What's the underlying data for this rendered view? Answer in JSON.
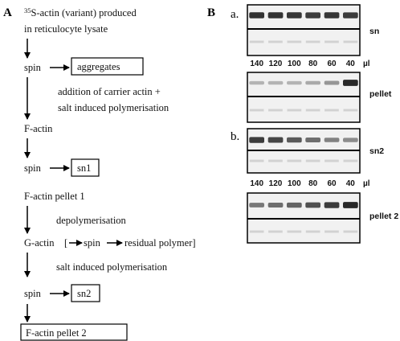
{
  "panel_a": {
    "letter": "A",
    "steps": {
      "s1_sup": "35",
      "s1_line1": "S-actin (variant) produced",
      "s1_line2": "in reticulocyte lysate",
      "spin": "spin",
      "aggregates": "aggregates",
      "note1_line1": "addition of carrier actin +",
      "note1_line2": "salt induced polymerisation",
      "factin": "F-actin",
      "sn1": "sn1",
      "pellet1": "F-actin pellet 1",
      "depoly": "depolymerisation",
      "gactin": "G-actin",
      "bracket_open": "[",
      "residual": "residual polymer]",
      "note2": "salt induced polymerisation",
      "sn2": "sn2",
      "pellet2": "F-actin pellet 2"
    }
  },
  "panel_b": {
    "letter": "B",
    "sub_a": "a.",
    "sub_b": "b.",
    "lanes": [
      "140",
      "120",
      "100",
      "80",
      "60",
      "40"
    ],
    "unit": "µl",
    "gels": [
      {
        "label": "sn",
        "intensity": [
          0.9,
          0.9,
          0.88,
          0.85,
          0.88,
          0.85
        ]
      },
      {
        "label": "pellet",
        "intensity": [
          0.25,
          0.25,
          0.25,
          0.3,
          0.4,
          0.95
        ]
      },
      {
        "label": "sn2",
        "intensity": [
          0.85,
          0.8,
          0.7,
          0.6,
          0.5,
          0.45
        ]
      },
      {
        "label": "pellet 2",
        "intensity": [
          0.55,
          0.6,
          0.65,
          0.75,
          0.85,
          0.95
        ]
      }
    ]
  }
}
